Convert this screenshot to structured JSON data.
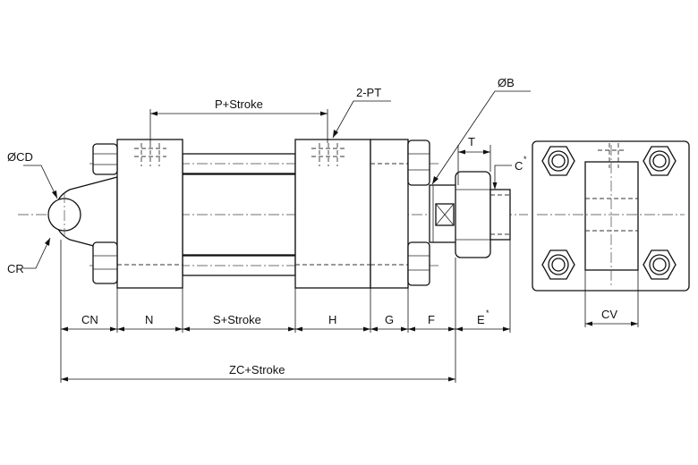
{
  "labels": {
    "cd": "ØCD",
    "cr": "CR",
    "p_stroke": "P+Stroke",
    "pt": "2-PT",
    "b": "ØB",
    "t": "T",
    "c": "C",
    "c_star": "*",
    "cn": "CN",
    "n": "N",
    "s_stroke": "S+Stroke",
    "h": "H",
    "g": "G",
    "f": "F",
    "e": "E",
    "e_star": "*",
    "zc_stroke": "ZC+Stroke",
    "cv": "CV"
  }
}
